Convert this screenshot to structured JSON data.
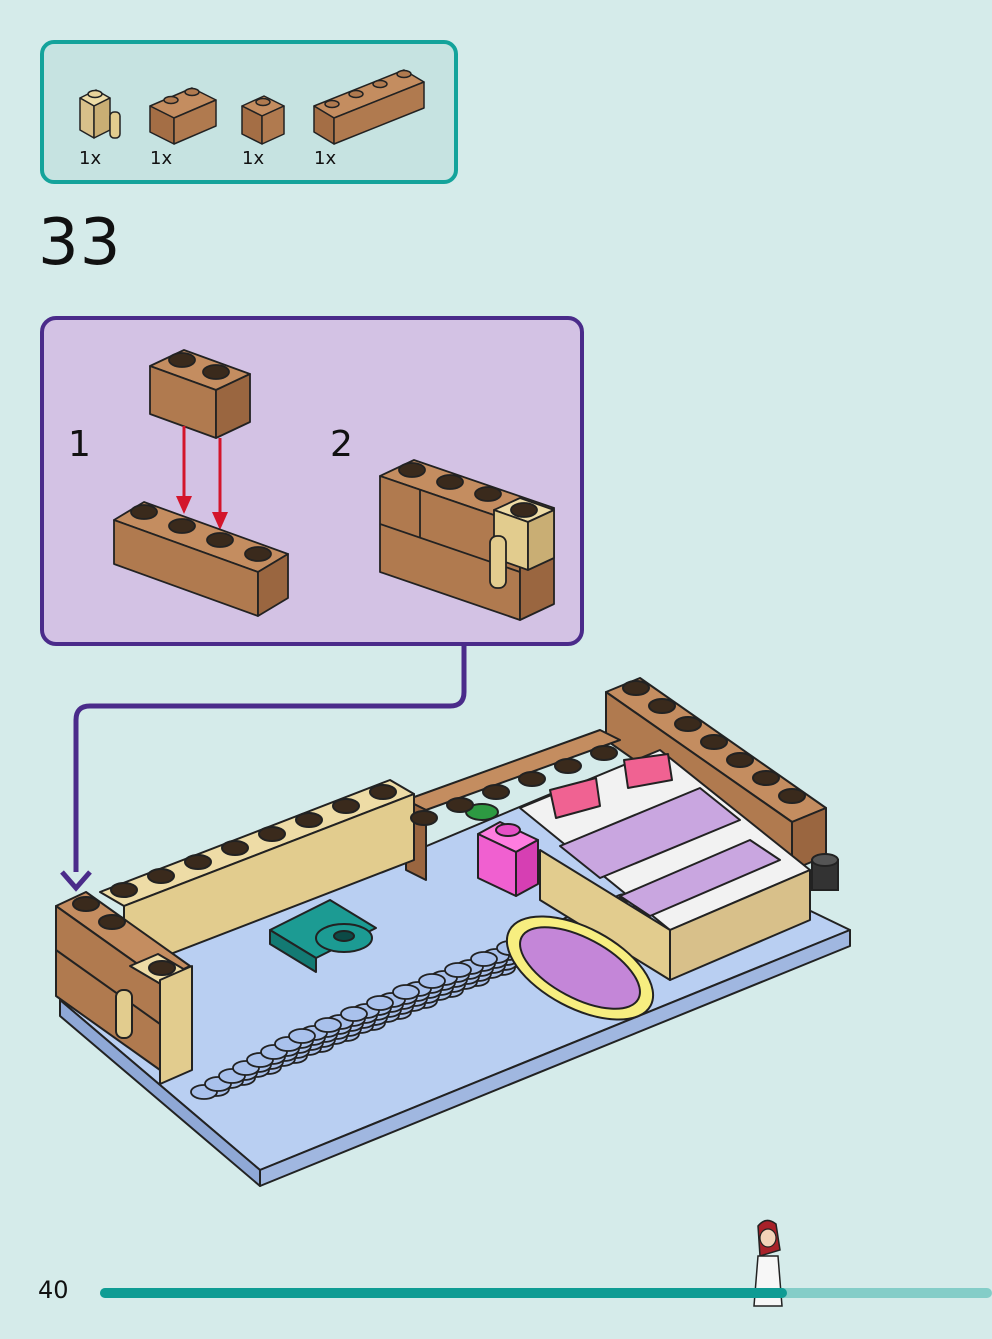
{
  "parts": [
    {
      "name": "tan-brick-1x1-with-clip",
      "qty": "1x"
    },
    {
      "name": "brown-brick-1x2",
      "qty": "1x"
    },
    {
      "name": "brown-brick-1x1",
      "qty": "1x"
    },
    {
      "name": "brown-brick-1x4",
      "qty": "1x"
    }
  ],
  "step": {
    "number": "33"
  },
  "substeps": {
    "first_label": "1",
    "second_label": "2"
  },
  "footer": {
    "page_number": "40",
    "progress": 0.77
  },
  "colors": {
    "background": "#d5ebea",
    "parts_border": "#14a39b",
    "substep_border": "#4a2b8a",
    "substep_fill": "#d3c2e4",
    "brick_brown": "#b07a4f",
    "brick_tan": "#e2cc8e",
    "baseplate_blue": "#a9c1ec",
    "arrow_red": "#d3152b",
    "progress": "#0f9c94"
  }
}
